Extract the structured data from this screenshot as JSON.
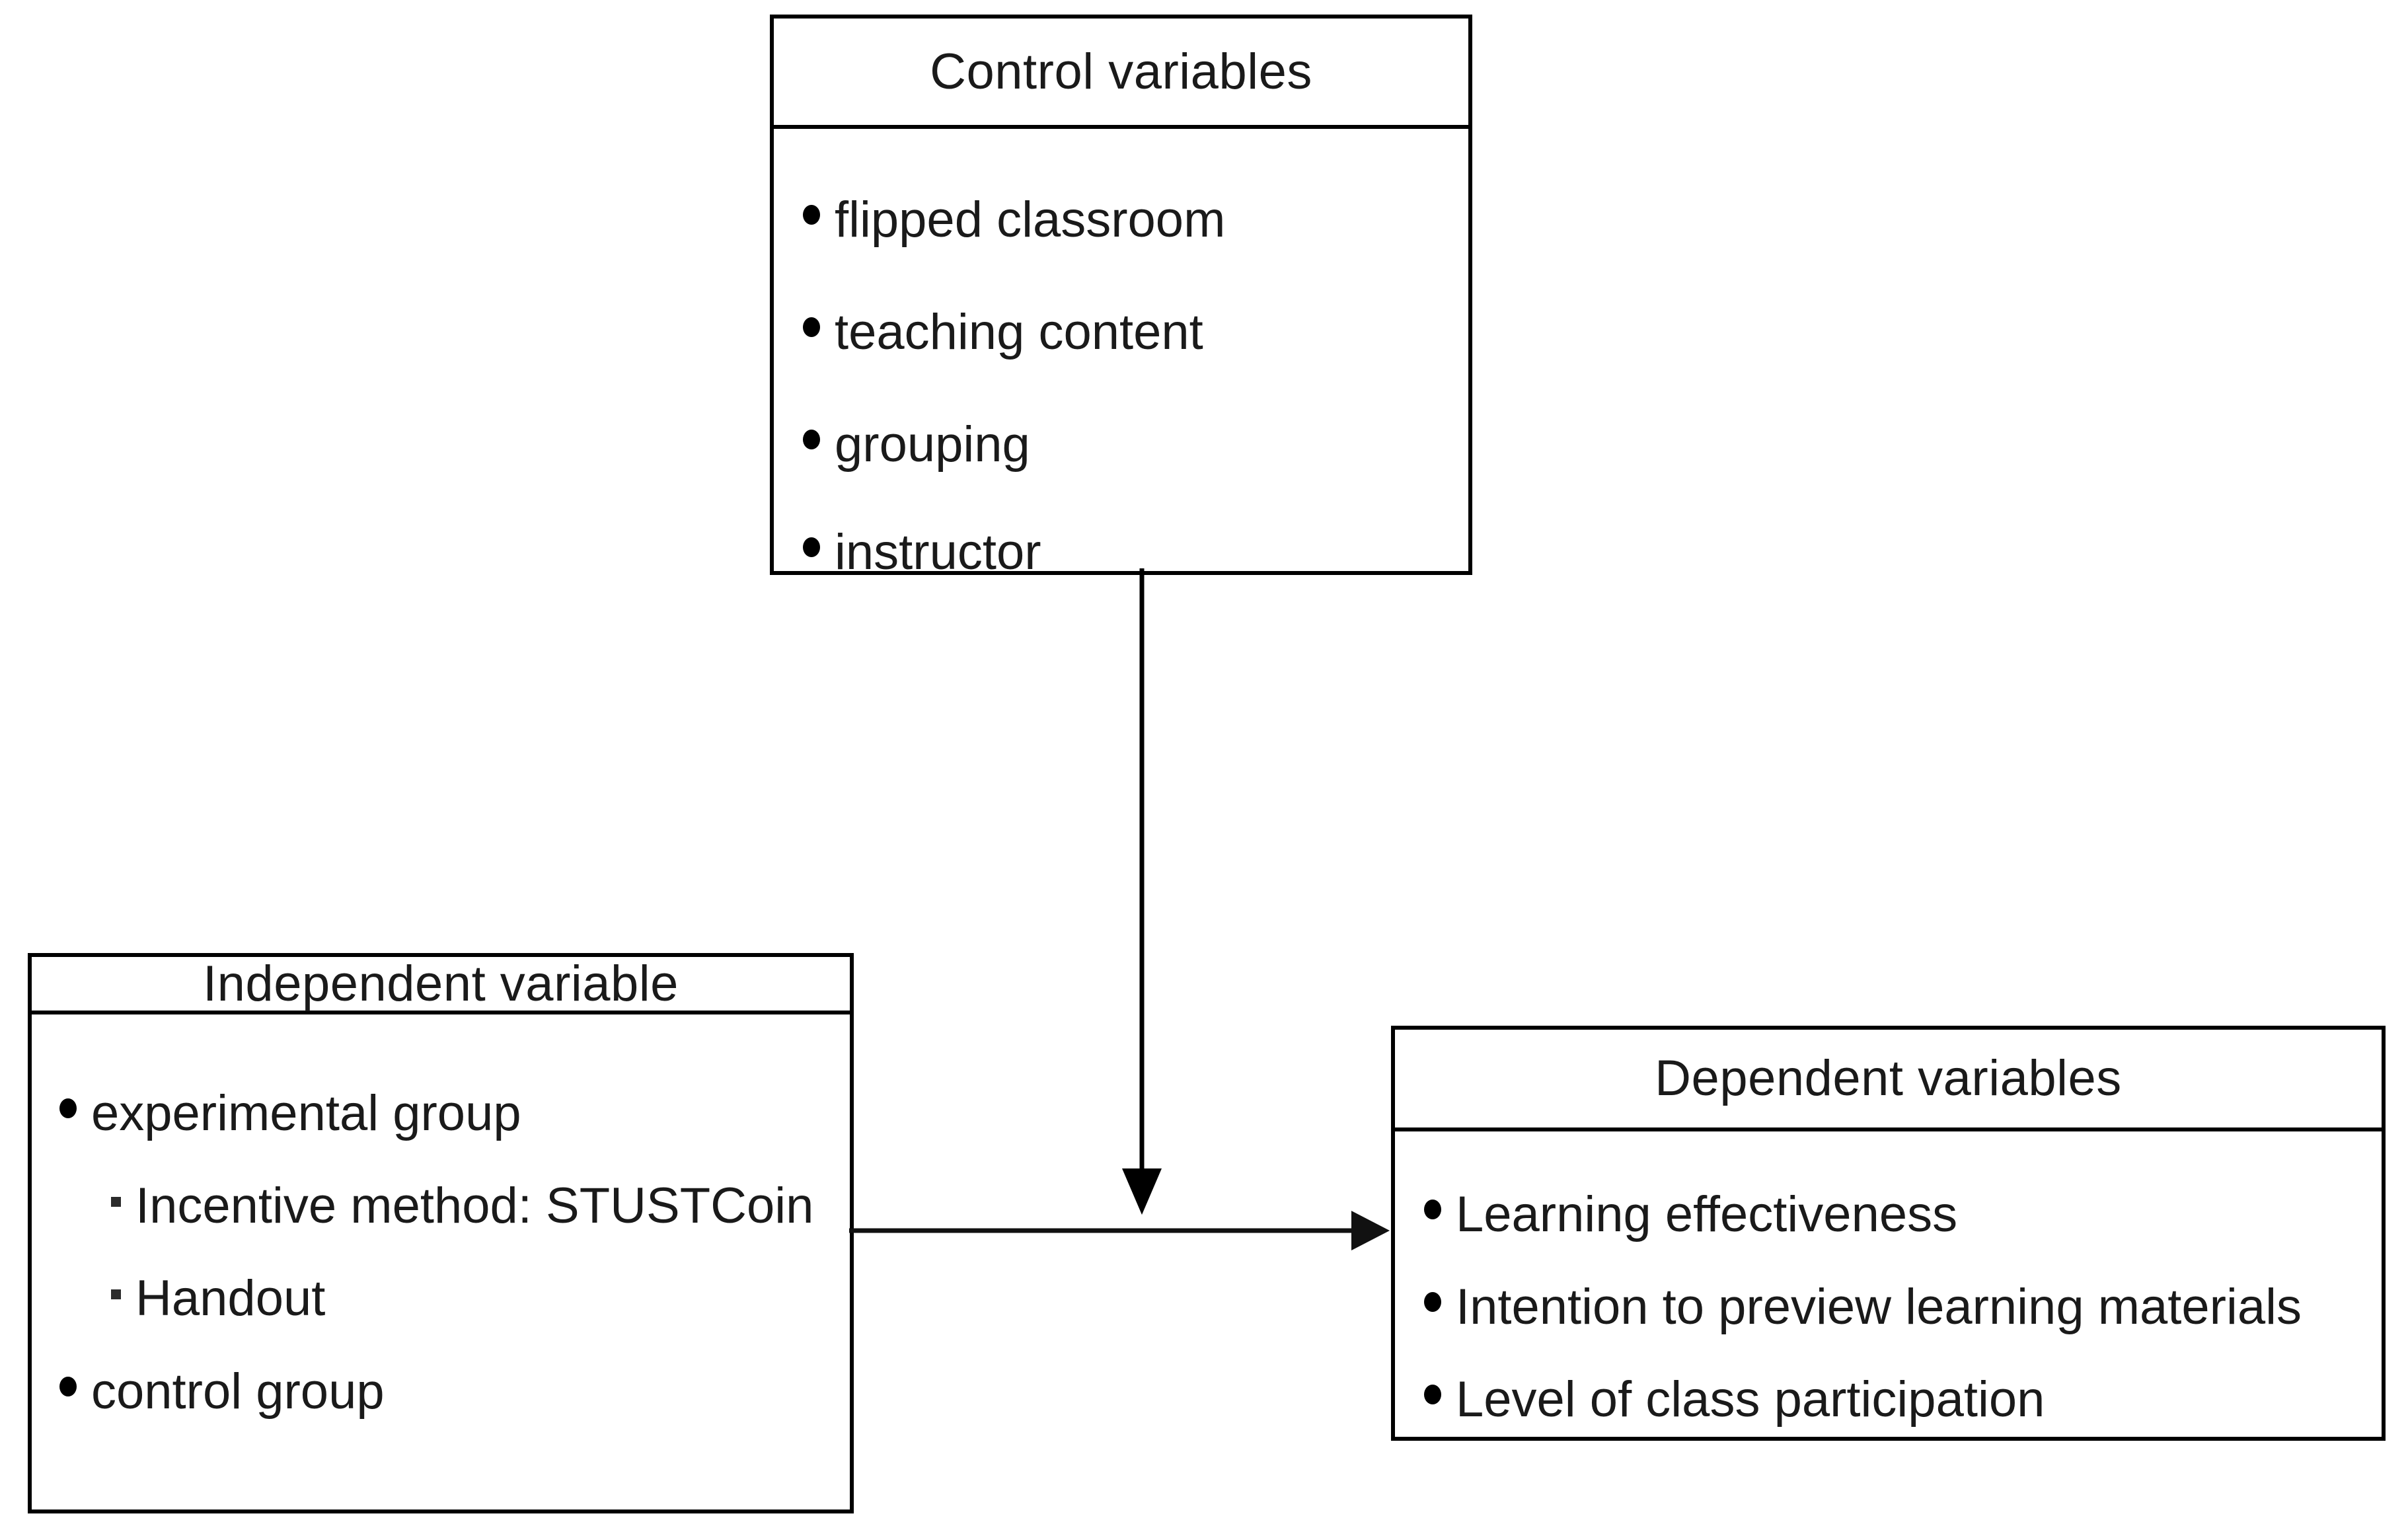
{
  "diagram": {
    "title": "Research framework: control, independent and dependent variables",
    "line_color": "#000000",
    "text_color": "#1a1a1a",
    "background": "#ffffff"
  },
  "control_box": {
    "header": "Control variables",
    "items": [
      {
        "marker": "bullet",
        "label": "flipped classroom"
      },
      {
        "marker": "bullet",
        "label": "teaching content"
      },
      {
        "marker": "bullet",
        "label": "grouping"
      },
      {
        "marker": "bullet",
        "label": "instructor"
      }
    ]
  },
  "independent_box": {
    "header": "Independent variable",
    "items": [
      {
        "marker": "bullet",
        "label": "experimental group"
      },
      {
        "marker": "dot",
        "label": "Incentive method: STUSTCoin"
      },
      {
        "marker": "dot",
        "label": "Handout"
      },
      {
        "marker": "bullet",
        "label": "control group"
      }
    ]
  },
  "dependent_box": {
    "header": "Dependent variables",
    "items": [
      {
        "marker": "bullet",
        "label": "Learning effectiveness"
      },
      {
        "marker": "bullet",
        "label": "Intention to preview learning materials"
      },
      {
        "marker": "bullet",
        "label": "Level of class participation"
      }
    ]
  },
  "connectors": [
    {
      "name": "control-to-center",
      "from": "control_box",
      "to": "center-junction",
      "direction": "down"
    },
    {
      "name": "independent-to-dependent",
      "from": "independent_box",
      "to": "dependent_box",
      "direction": "right"
    }
  ]
}
